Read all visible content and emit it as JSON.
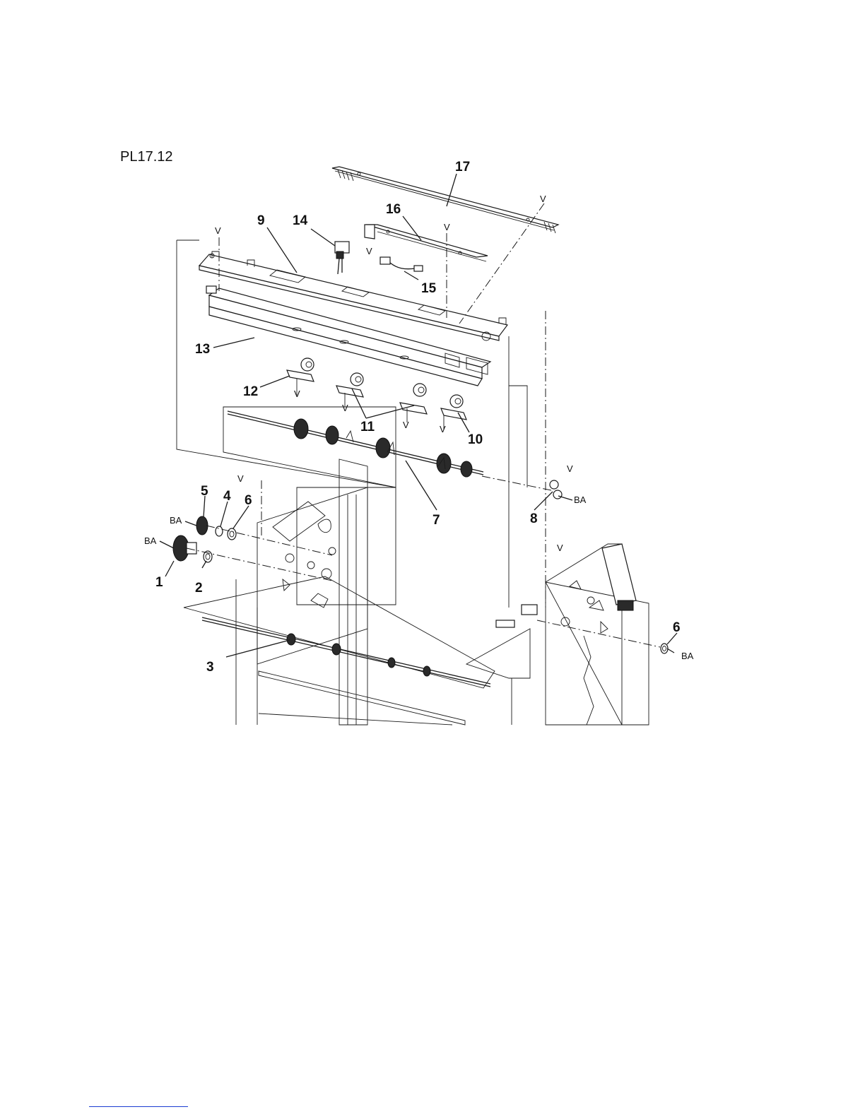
{
  "plate_id": "PL17.12",
  "callouts": {
    "c1": "1",
    "c2": "2",
    "c3": "3",
    "c4": "4",
    "c5": "5",
    "c6a": "6",
    "c6b": "6",
    "c7": "7",
    "c8": "8",
    "c9": "9",
    "c10": "10",
    "c11": "11",
    "c12": "12",
    "c13": "13",
    "c14": "14",
    "c15": "15",
    "c16": "16",
    "c17": "17"
  },
  "markers": {
    "ba": "BA",
    "v": "V"
  }
}
